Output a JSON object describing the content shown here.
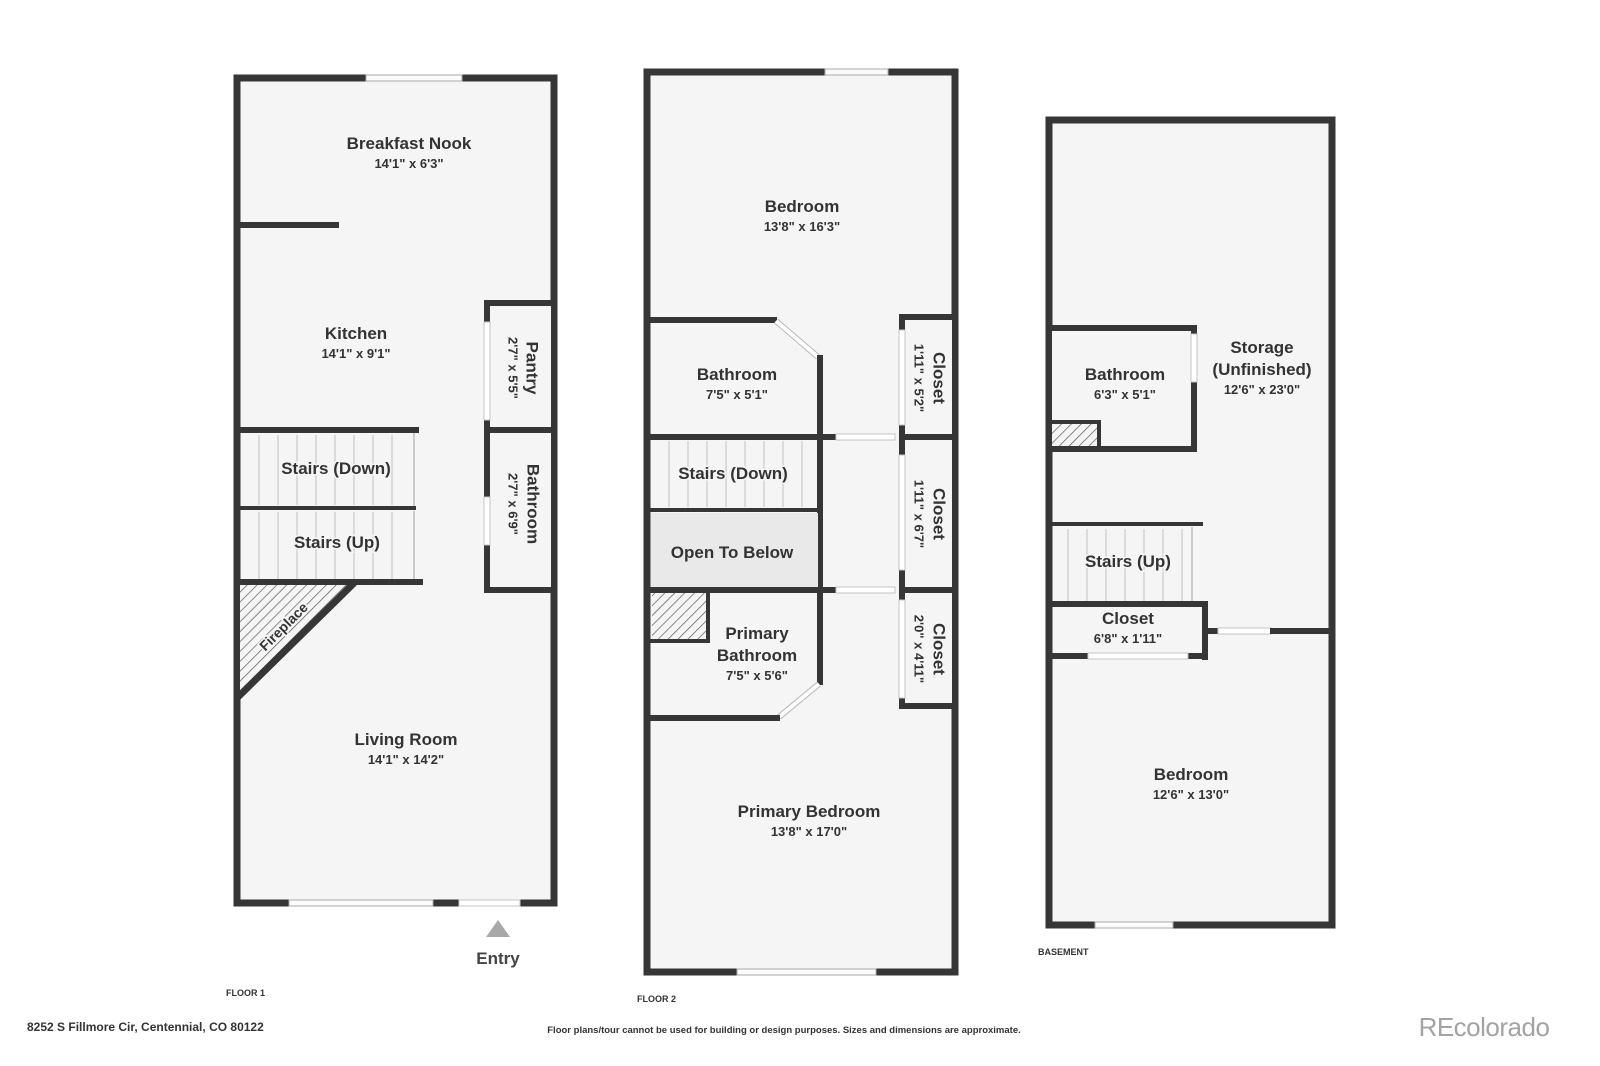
{
  "plan": {
    "floor1": {
      "caption": "FLOOR 1",
      "breakfast_nook": {
        "name": "Breakfast Nook",
        "dims": "14'1\" x 6'3\""
      },
      "kitchen": {
        "name": "Kitchen",
        "dims": "14'1\" x 9'1\""
      },
      "pantry": {
        "name": "Pantry",
        "dims": "2'7\" x 5'5\""
      },
      "bathroom": {
        "name": "Bathroom",
        "dims": "2'7\" x 6'9\""
      },
      "stairs_down": {
        "name": "Stairs (Down)"
      },
      "stairs_up": {
        "name": "Stairs (Up)"
      },
      "fireplace": {
        "name": "Fireplace"
      },
      "living_room": {
        "name": "Living Room",
        "dims": "14'1\" x 14'2\""
      },
      "entry": {
        "name": "Entry"
      }
    },
    "floor2": {
      "caption": "FLOOR 2",
      "bedroom": {
        "name": "Bedroom",
        "dims": "13'8\" x 16'3\""
      },
      "bathroom": {
        "name": "Bathroom",
        "dims": "7'5\" x 5'1\""
      },
      "closet_top": {
        "name": "Closet",
        "dims": "1'11\" x 5'2\""
      },
      "stairs_down": {
        "name": "Stairs (Down)"
      },
      "open_to_below": {
        "name": "Open To Below"
      },
      "closet_middle": {
        "name": "Closet",
        "dims": "1'11\" x 6'7\""
      },
      "primary_bathroom": {
        "name_lines": [
          "Primary",
          "Bathroom"
        ],
        "dims": "7'5\" x 5'6\""
      },
      "closet_bottom": {
        "name": "Closet",
        "dims": "2'0\" x 4'11\""
      },
      "primary_bedroom": {
        "name": "Primary Bedroom",
        "dims": "13'8\" x 17'0\""
      }
    },
    "basement": {
      "caption": "BASEMENT",
      "bathroom": {
        "name": "Bathroom",
        "dims": "6'3\" x 5'1\""
      },
      "storage": {
        "name_lines": [
          "Storage",
          "(Unfinished)"
        ],
        "dims": "12'6\" x 23'0\""
      },
      "stairs_up": {
        "name": "Stairs (Up)"
      },
      "closet": {
        "name": "Closet",
        "dims": "6'8\" x 1'11\""
      },
      "bedroom": {
        "name": "Bedroom",
        "dims": "12'6\" x 13'0\""
      }
    }
  },
  "footer": {
    "address": "8252 S Fillmore Cir, Centennial, CO 80122",
    "disclaimer": "Floor plans/tour cannot be used for building or design purposes. Sizes and dimensions are approximate.",
    "logo": "REcolorado"
  },
  "colors": {
    "wall": "#363636",
    "floor": "#f5f5f5",
    "open_to_below": "#e9e9e9",
    "logo": "#a3a3a3"
  }
}
